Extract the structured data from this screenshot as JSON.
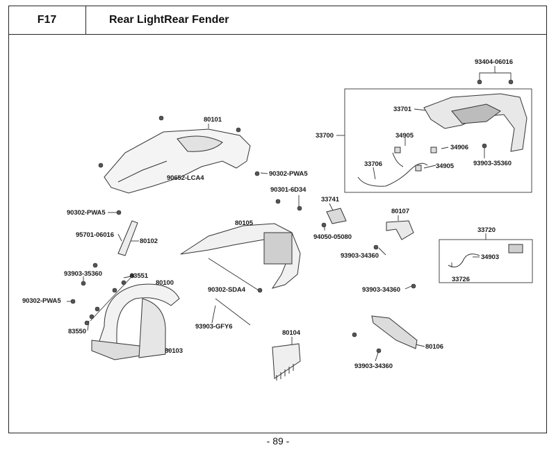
{
  "header": {
    "code": "F17",
    "title": "Rear LightRear Fender"
  },
  "page_number": "- 89 -",
  "parts": {
    "p80101": "80101",
    "p90652": "90652-LCA4",
    "p90302_pwa5_a": "90302-PWA5",
    "p90301": "90301-6D34",
    "p33700": "33700",
    "p93404": "93404-06016",
    "p33701": "33701",
    "p34905a": "34905",
    "p34906": "34906",
    "p34905b": "34905",
    "p33706": "33706",
    "p93903_35360_a": "93903-35360",
    "p33741": "33741",
    "p94050": "94050-05080",
    "p80107": "80107",
    "p90302_pwa5_b": "90302-PWA5",
    "p95701": "95701-06016",
    "p80102": "80102",
    "p80105": "80105",
    "p93903_34360_a": "93903-34360",
    "p33720": "33720",
    "p34903": "34903",
    "p33726": "33726",
    "p93903_35360_b": "93903-35360",
    "p83551": "83551",
    "p80100": "80100",
    "p90302_pwa5_c": "90302-PWA5",
    "p90302_sda4": "90302-SDA4",
    "p93903_34360_b": "93903-34360",
    "p93903_gfy6": "93903-GFY6",
    "p83550": "83550",
    "p80103": "80103",
    "p80104": "80104",
    "p80106": "80106",
    "p93903_34360_c": "93903-34360"
  }
}
